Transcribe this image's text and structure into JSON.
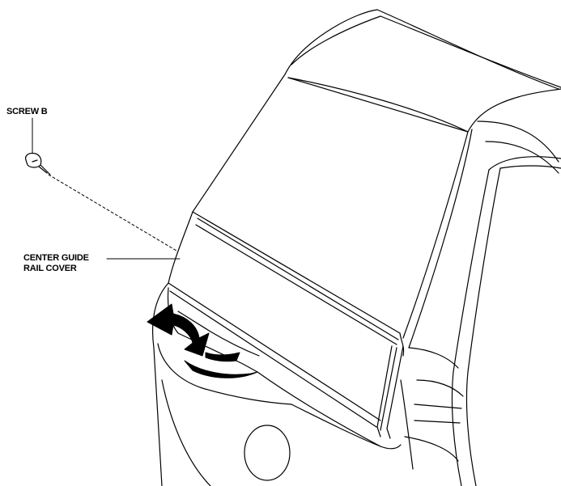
{
  "labels": {
    "screw": "SCREW B",
    "cover_line1": "CENTER GUIDE",
    "cover_line2": "RAIL COVER"
  },
  "colors": {
    "ink": "#000000",
    "paper": "#ffffff"
  },
  "icons": {
    "direction_arrow": "curved-arrow-icon",
    "fastener": "screw-icon"
  }
}
